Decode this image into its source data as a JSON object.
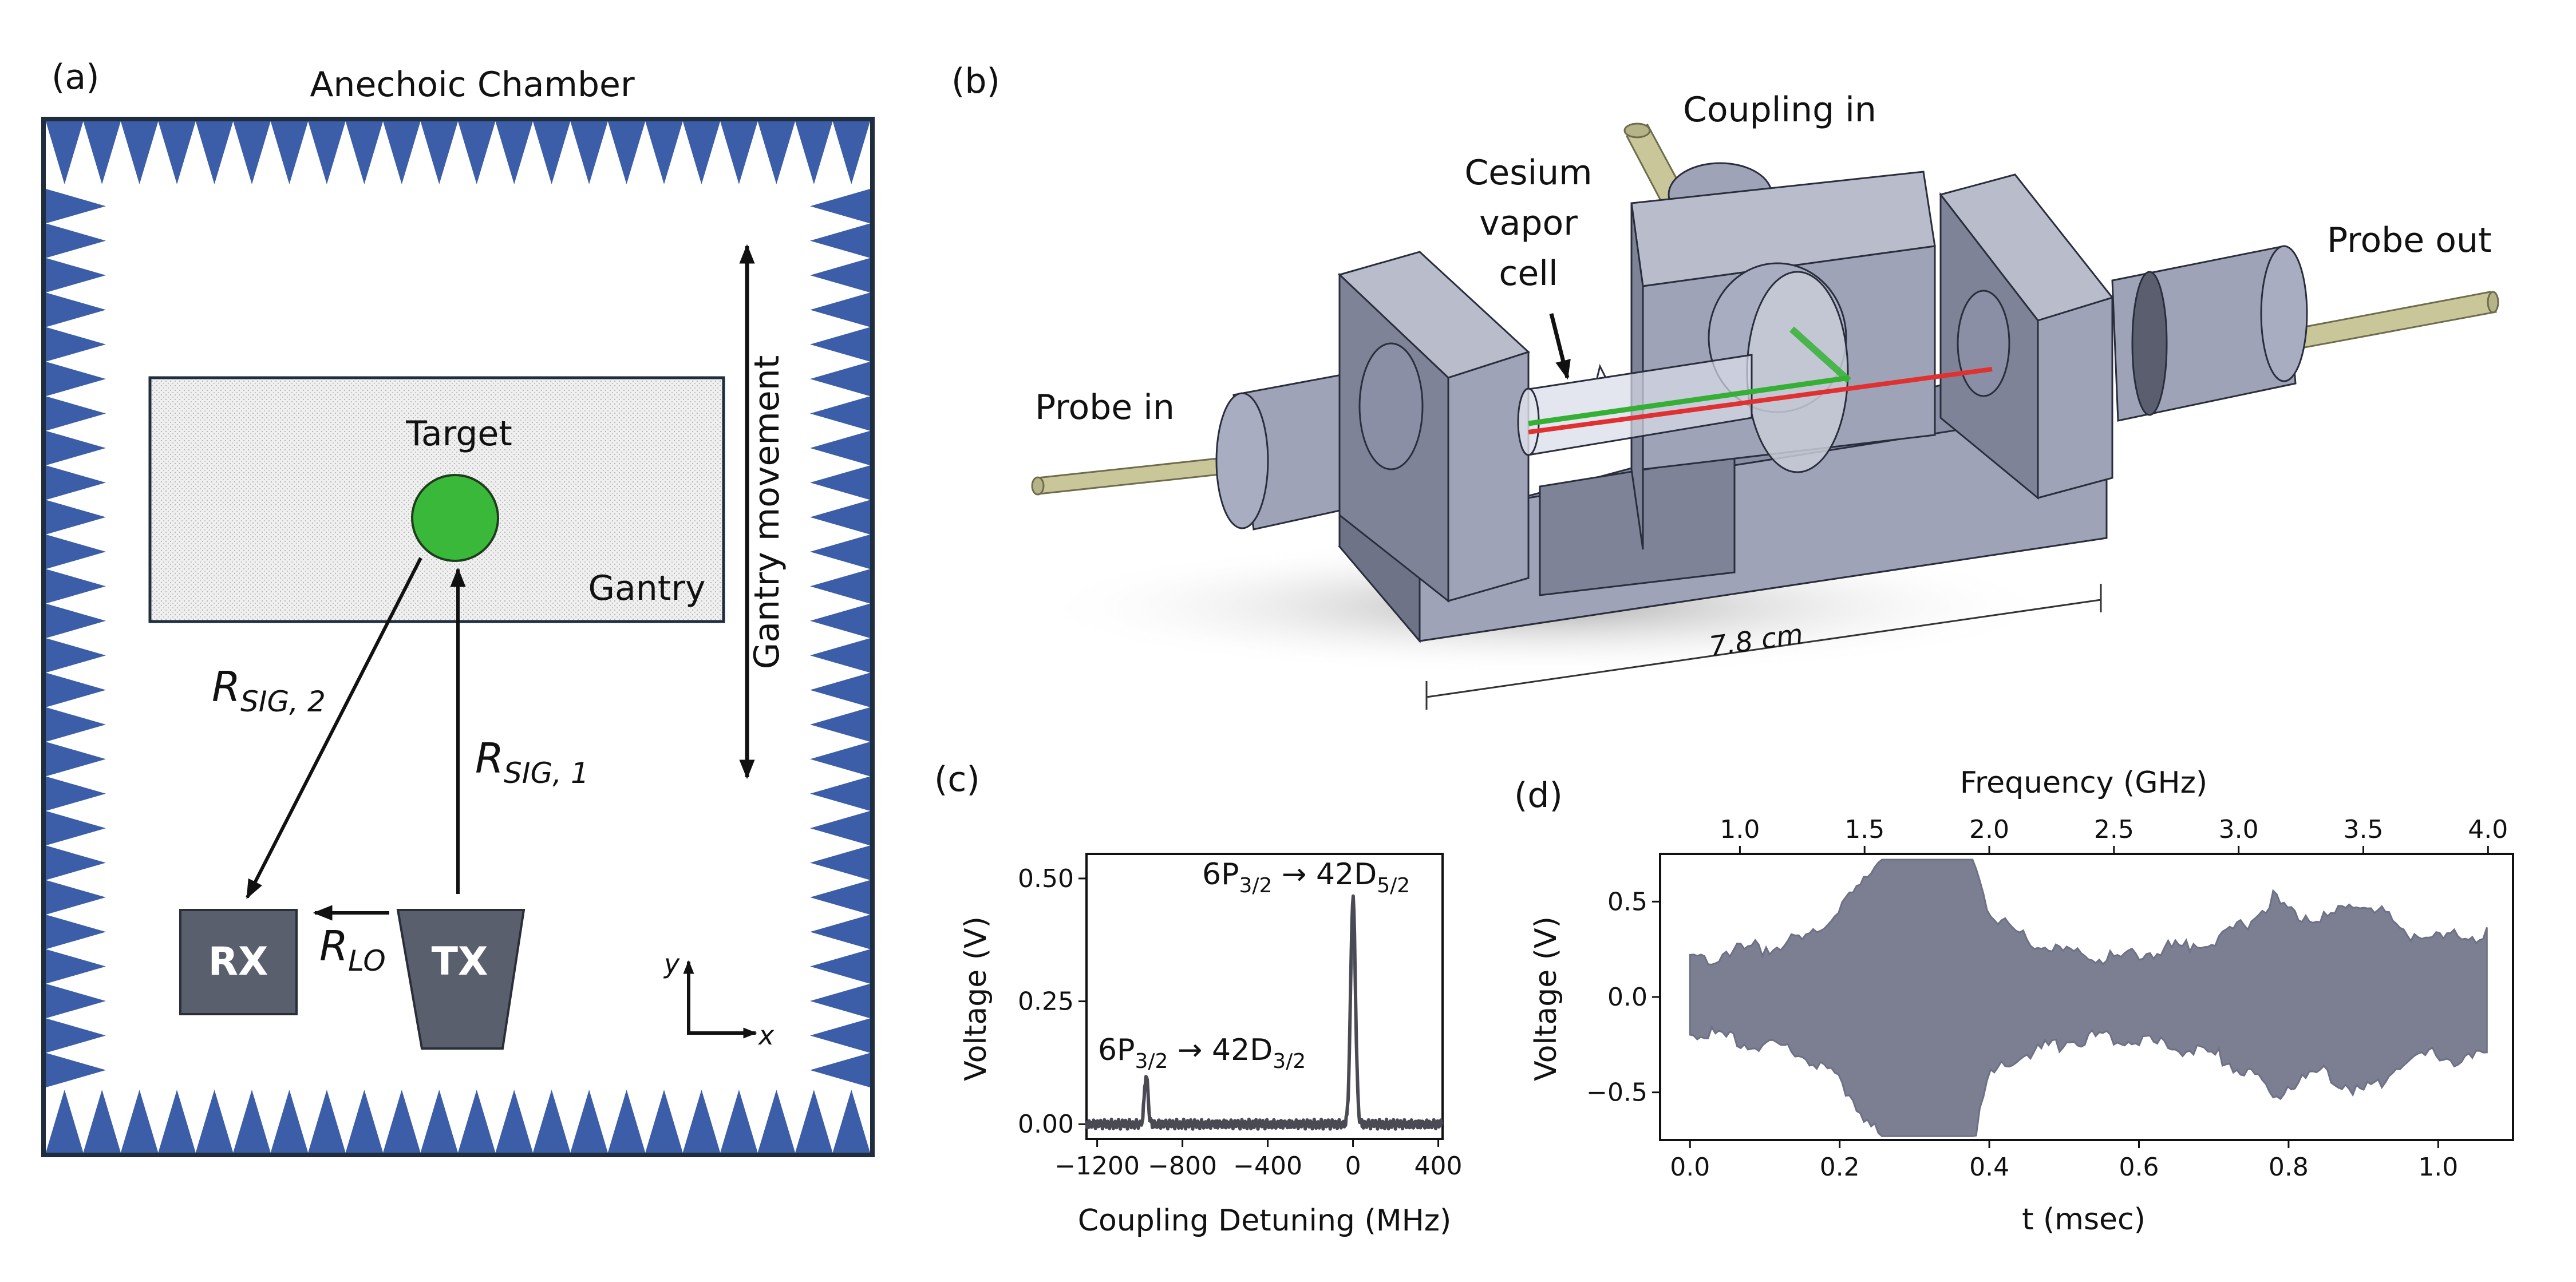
{
  "colors": {
    "absorber": "#3c5ea8",
    "wall": "#1f2d3d",
    "target": "#39b83a",
    "device": "#5a5f6e",
    "gantry_fill": "#ececec",
    "trace": "#4a4a55",
    "signal_fill": "#7c7f92",
    "steel": "#9ea3b8",
    "rod": "#c9c79a",
    "probe_beam": "#e03030",
    "coupling_beam": "#35b035"
  },
  "panel_a": {
    "letter": "(a)",
    "title": "Anechoic Chamber",
    "target_label": "Target",
    "gantry_label": "Gantry",
    "gantry_movement_label": "Gantry movement",
    "rx_label": "RX",
    "tx_label": "TX",
    "r_sig2_main": "R",
    "r_sig2_sub": "SIG, 2",
    "r_sig1_main": "R",
    "r_sig1_sub": "SIG, 1",
    "r_lo_main": "R",
    "r_lo_sub": "LO",
    "axis_y": "y",
    "axis_x": "x",
    "icons": [
      "double-arrow-icon",
      "axes-icon"
    ]
  },
  "panel_b": {
    "letter": "(b)",
    "coupling_in": "Coupling in",
    "cell_line1": "Cesium",
    "cell_line2": "vapor",
    "cell_line3": "cell",
    "probe_in": "Probe in",
    "probe_out": "Probe out",
    "dimension": "7.8 cm"
  },
  "chart_data": [
    {
      "id": "c",
      "type": "line",
      "letter": "(c)",
      "xlabel": "Coupling Detuning (MHz)",
      "ylabel": "Voltage (V)",
      "xlim": [
        -1250,
        420
      ],
      "ylim": [
        -0.03,
        0.55
      ],
      "xticks": [
        -1200,
        -800,
        -400,
        0,
        400
      ],
      "xtick_labels": [
        "−1200",
        "−800",
        "−400",
        "0",
        "400"
      ],
      "yticks": [
        0.0,
        0.25,
        0.5
      ],
      "ytick_labels": [
        "0.00",
        "0.25",
        "0.50"
      ],
      "peaks": [
        {
          "x": -970,
          "y": 0.1,
          "width": 12,
          "label_a": "6P",
          "label_a_sub": "3/2",
          "label_b": " →  42D",
          "label_b_sub": "3/2"
        },
        {
          "x": 0,
          "y": 0.46,
          "width": 16,
          "label_a": "6P",
          "label_a_sub": "3/2",
          "label_b": " →  42D",
          "label_b_sub": "5/2"
        }
      ],
      "baseline": 0.0,
      "x_start": -1250,
      "x_end": 420
    },
    {
      "id": "d",
      "type": "area",
      "letter": "(d)",
      "xlabel": "t (msec)",
      "ylabel": "Voltage (V)",
      "top_xlabel": "Frequency (GHz)",
      "xlim": [
        -0.04,
        1.1
      ],
      "ylim": [
        -0.75,
        0.75
      ],
      "xticks": [
        0.0,
        0.2,
        0.4,
        0.6,
        0.8,
        1.0
      ],
      "xtick_labels": [
        "0.0",
        "0.2",
        "0.4",
        "0.6",
        "0.8",
        "1.0"
      ],
      "yticks": [
        0.5,
        0.0,
        -0.5
      ],
      "ytick_labels": [
        "0.5",
        "0.0",
        "−0.5"
      ],
      "top_ticks": [
        1.0,
        1.5,
        2.0,
        2.5,
        3.0,
        3.5,
        4.0
      ],
      "top_tick_labels": [
        "1.0",
        "1.5",
        "2.0",
        "2.5",
        "3.0",
        "3.5",
        "4.0"
      ],
      "freq_map": {
        "f0": 0.8,
        "t_per_ghz": 0.3333
      },
      "envelope": {
        "t": [
          0.0,
          0.05,
          0.1,
          0.15,
          0.2,
          0.23,
          0.255,
          0.28,
          0.3,
          0.35,
          0.38,
          0.4,
          0.45,
          0.5,
          0.55,
          0.6,
          0.65,
          0.7,
          0.75,
          0.78,
          0.8,
          0.85,
          0.9,
          0.93,
          0.95,
          1.0,
          1.03,
          1.065
        ],
        "upper": [
          0.18,
          0.24,
          0.26,
          0.3,
          0.45,
          0.6,
          0.72,
          0.72,
          0.72,
          0.72,
          0.72,
          0.45,
          0.3,
          0.24,
          0.2,
          0.22,
          0.26,
          0.3,
          0.4,
          0.52,
          0.45,
          0.4,
          0.5,
          0.42,
          0.35,
          0.3,
          0.32,
          0.32
        ],
        "lower": [
          -0.17,
          -0.22,
          -0.25,
          -0.3,
          -0.44,
          -0.6,
          -0.73,
          -0.73,
          -0.73,
          -0.73,
          -0.73,
          -0.42,
          -0.3,
          -0.24,
          -0.2,
          -0.22,
          -0.27,
          -0.3,
          -0.4,
          -0.53,
          -0.45,
          -0.4,
          -0.5,
          -0.42,
          -0.35,
          -0.3,
          -0.33,
          -0.32
        ]
      }
    }
  ]
}
